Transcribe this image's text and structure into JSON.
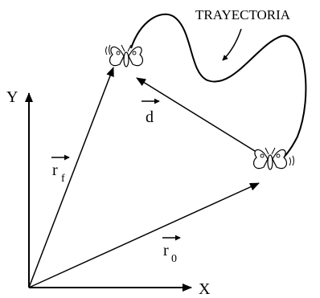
{
  "labels": {
    "trajectory": "TRAYECTORIA",
    "axis_y": "Y",
    "axis_x": "X",
    "vector_final": "r",
    "vector_final_sub": "f",
    "vector_initial": "r",
    "vector_initial_sub": "0",
    "displacement": "d"
  },
  "colors": {
    "ink": "#000000",
    "background": "#ffffff"
  },
  "icons": [
    "butterfly-icon",
    "butterfly-icon"
  ]
}
